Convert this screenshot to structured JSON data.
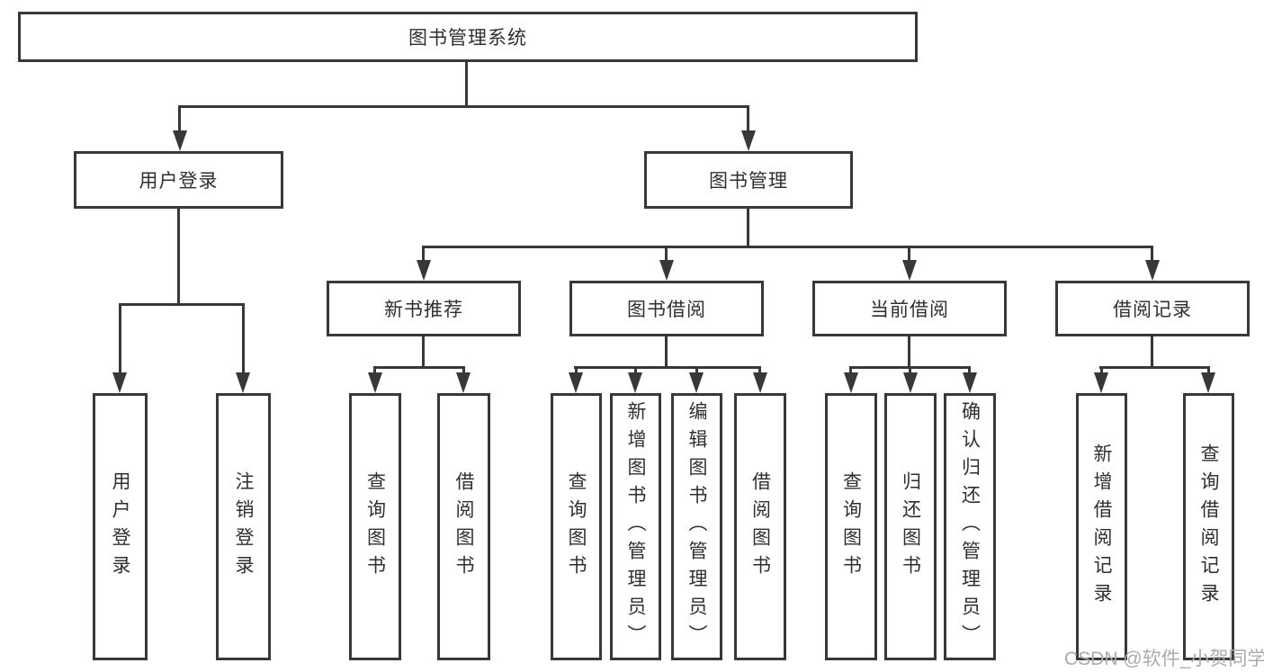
{
  "diagram": {
    "root": "图书管理系统",
    "level2": [
      "用户登录",
      "图书管理"
    ],
    "level3": [
      "新书推荐",
      "图书借阅",
      "当前借阅",
      "借阅记录"
    ],
    "leaves": {
      "login": [
        "用户登录",
        "注销登录"
      ],
      "recommend": [
        "查询图书",
        "借阅图书"
      ],
      "borrow": [
        "查询图书",
        "新增图书（管理员）",
        "编辑图书（管理员）",
        "借阅图书"
      ],
      "current": [
        "查询图书",
        "归还图书",
        "确认归还（管理员）"
      ],
      "records": [
        "新增借阅记录",
        "查询借阅记录"
      ]
    },
    "watermark": "CSDN @软件_小贺同学",
    "colors": {
      "line": "#383838",
      "text": "#2f2f2f",
      "watermark": "#ababab"
    }
  }
}
